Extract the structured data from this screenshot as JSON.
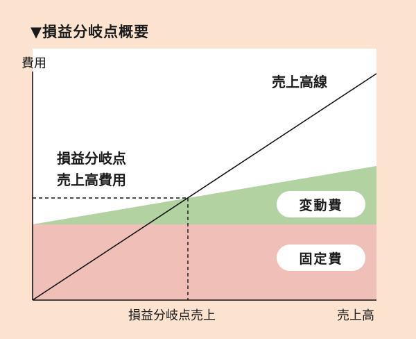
{
  "title": "▼損益分岐点概要",
  "axes": {
    "y_label": "費用",
    "x_label_breakeven": "損益分岐点売上",
    "x_label_sales": "売上高"
  },
  "labels": {
    "sales_line": "売上高線",
    "breakeven_line1": "損益分岐点",
    "breakeven_line2": "売上高費用",
    "variable_cost": "変動費",
    "fixed_cost": "固定費"
  },
  "colors": {
    "background": "#fbe3d0",
    "plot_area": "#ffffff",
    "fixed_cost_fill": "#f0c0b8",
    "variable_cost_fill": "#b2d2a2",
    "line": "#111111"
  }
}
